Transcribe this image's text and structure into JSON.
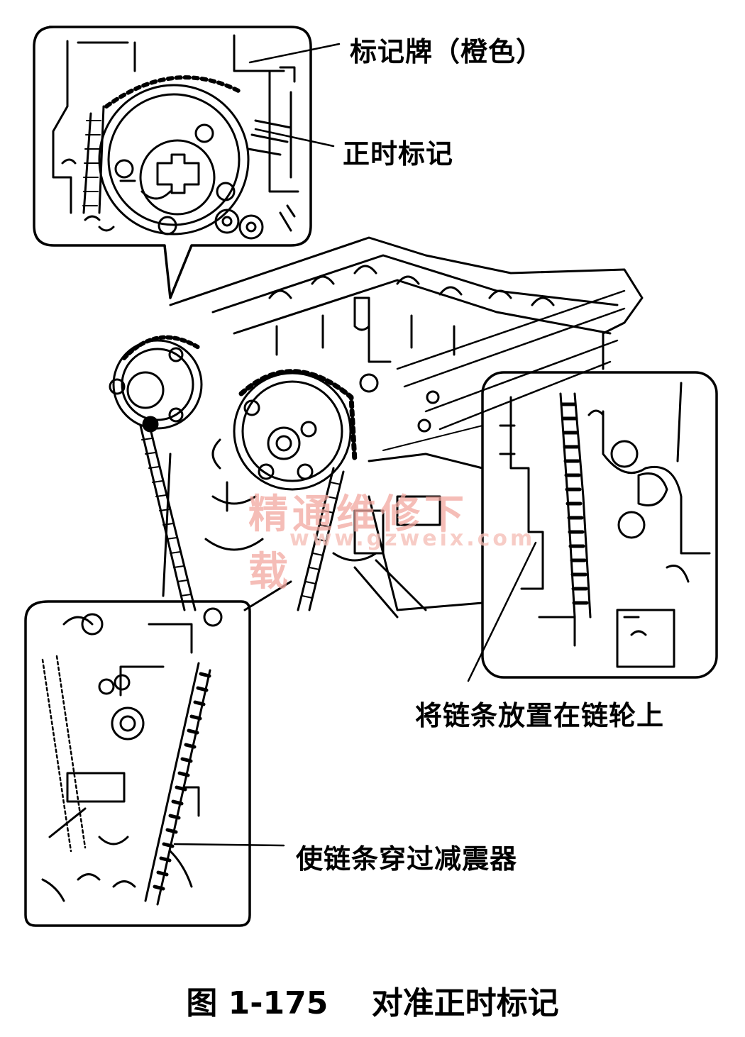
{
  "callouts": {
    "tag_label": "标记牌（橙色）",
    "timing_mark_label": "正时标记",
    "place_chain_label": "将链条放置在链轮上",
    "pass_damper_label": "使链条穿过减震器"
  },
  "caption": {
    "figure_number": "图 1-175",
    "title": "对准正时标记"
  },
  "watermark": {
    "text": "精通维修下载",
    "url": "www.gzweix.com"
  },
  "colors": {
    "line_art": "#000000",
    "background": "#ffffff",
    "watermark": "#f2a8a0"
  }
}
